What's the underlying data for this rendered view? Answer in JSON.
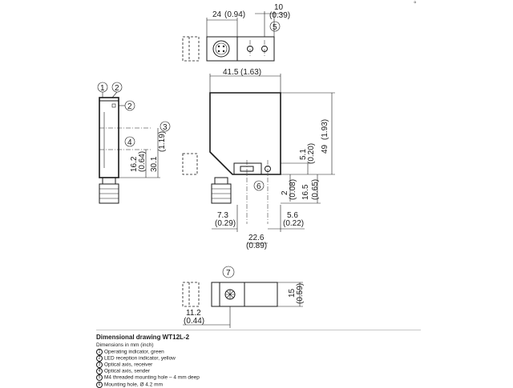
{
  "dimensions": {
    "top_width": "24",
    "top_width_in": "(0.94)",
    "top_right": "10",
    "top_right_in": "(0.39)",
    "body_width": "41.5",
    "body_width_in": "(1.63)",
    "height_total": "49",
    "height_total_in": "(1.93)",
    "hole_offset": "5.1",
    "hole_offset_in": "(0.20)",
    "bottom_gap": "2",
    "bottom_gap_in": "(0.08)",
    "lower_height": "16.5",
    "lower_height_in": "(0.65)",
    "left_offset": "7.3",
    "left_offset_in": "(0.29)",
    "right_offset": "5.6",
    "right_offset_in": "(0.22)",
    "hole_spacing": "22.6",
    "hole_spacing_in": "(0.89)",
    "side_small": "16.2",
    "side_small_in": "(0.64)",
    "side_large": "30.1",
    "side_large_in": "(1.19)",
    "bottom_height": "15",
    "bottom_height_in": "(0.59)",
    "bottom_offset": "11.2",
    "bottom_offset_in": "(0.44)"
  },
  "callouts": {
    "c1": "1",
    "c2": "2",
    "c3": "3",
    "c4": "4",
    "c5": "5",
    "c6": "6",
    "c7": "7"
  },
  "caption": {
    "title": "Dimensional drawing WT12L-2",
    "subtitle": "Dimensions in mm (inch)",
    "legend": [
      {
        "num": "1",
        "text": "Operating indicator, green"
      },
      {
        "num": "2",
        "text": "LED reception indicator, yellow"
      },
      {
        "num": "3",
        "text": "Optical axis, receiver"
      },
      {
        "num": "4",
        "text": "Optical axis, sender"
      },
      {
        "num": "5",
        "text": "M4 threaded mounting hole – 4 mm deep"
      },
      {
        "num": "6",
        "text": "Mounting hole, Ø 4.2 mm"
      }
    ]
  },
  "corner_mark": "°"
}
